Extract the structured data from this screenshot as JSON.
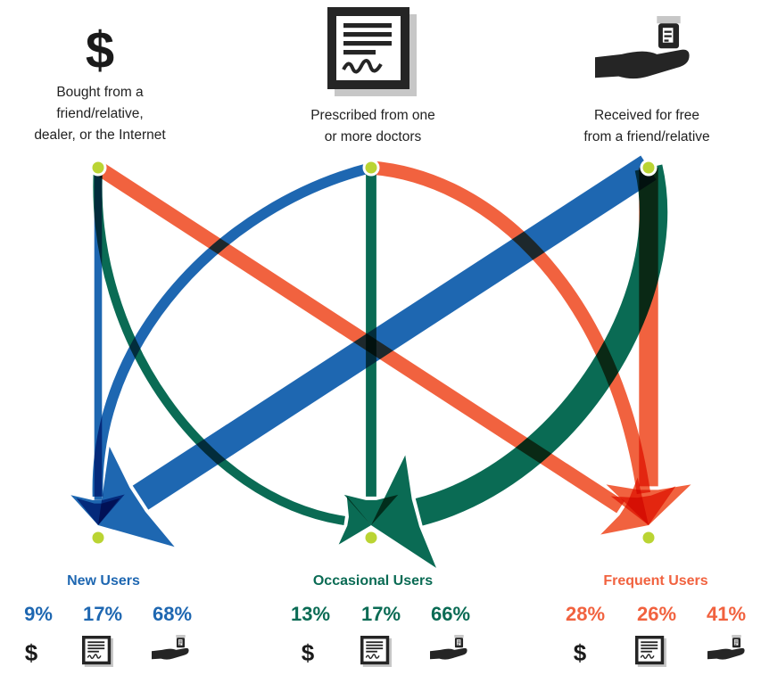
{
  "colors": {
    "new": "#1e67b1",
    "occasional": "#0a6b54",
    "frequent": "#f1623f",
    "node": "#bad433",
    "icon_dark": "#252525"
  },
  "sources": [
    {
      "id": "bought",
      "icon": "dollar-icon",
      "symbol": "$",
      "lines": [
        "Bought from a",
        "friend/relative,",
        "dealer, or the Internet"
      ]
    },
    {
      "id": "prescribed",
      "icon": "prescription-icon",
      "lines": [
        "Prescribed from one",
        "or more doctors"
      ]
    },
    {
      "id": "free",
      "icon": "hand-pill-bottle-icon",
      "lines": [
        "Received for free",
        "from a friend/relative"
      ]
    }
  ],
  "groups": [
    {
      "id": "new",
      "title": "New Users",
      "values": [
        "9%",
        "17%",
        "68%"
      ]
    },
    {
      "id": "occasional",
      "title": "Occasional Users",
      "values": [
        "13%",
        "17%",
        "66%"
      ]
    },
    {
      "id": "frequent",
      "title": "Frequent Users",
      "values": [
        "28%",
        "26%",
        "41%"
      ]
    }
  ],
  "flows": [
    {
      "from": "bought",
      "to": "new",
      "value": 9
    },
    {
      "from": "bought",
      "to": "occasional",
      "value": 13
    },
    {
      "from": "bought",
      "to": "frequent",
      "value": 28
    },
    {
      "from": "prescribed",
      "to": "new",
      "value": 17
    },
    {
      "from": "prescribed",
      "to": "occasional",
      "value": 17
    },
    {
      "from": "prescribed",
      "to": "frequent",
      "value": 26
    },
    {
      "from": "free",
      "to": "new",
      "value": 68
    },
    {
      "from": "free",
      "to": "occasional",
      "value": 66
    },
    {
      "from": "free",
      "to": "frequent",
      "value": 41
    }
  ]
}
